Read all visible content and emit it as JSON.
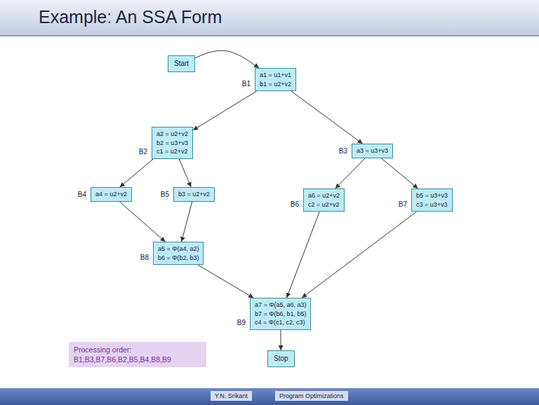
{
  "diagram": {
    "title": "Example: An SSA Form",
    "nodes": [
      {
        "text": [
          "Start"
        ]
      },
      {
        "text": [
          "B1",
          "a1 = u1+v1",
          "b1 = u2+v2"
        ]
      },
      {
        "text": [
          "B2",
          "a2 = u2+v2",
          "b2 = u3+v3",
          "c1 = u2+v2"
        ]
      },
      {
        "text": [
          "B3",
          "a3 = u3+v3"
        ]
      },
      {
        "text": [
          "B4",
          "a4 = u2+v2"
        ]
      },
      {
        "text": [
          "B5",
          "b3 = u2+v2"
        ]
      },
      {
        "text": [
          "B6",
          "a6 = u2+v2",
          "c2 = u2+v2"
        ]
      },
      {
        "text": [
          "B7",
          "b5 = u3+v3",
          "c3 = u3+v3"
        ]
      },
      {
        "text": [
          "B8",
          "a5 = Φ(a4, a2)",
          "b6 = Φ(b2, b3)"
        ]
      },
      {
        "text": [
          "B9",
          "a7 = Φ(a5, a6, a3)",
          "b7 = Φ(b6, b1, b5)",
          "c4 = Φ(c1, c2, c3)"
        ]
      },
      {
        "text": [
          "Stop"
        ]
      },
      {
        "text": [
          "Processing order: B1,B3,B7,B6,B2,B5,B4,B8,B9"
        ]
      }
    ],
    "edges": [
      {
        "from": 0,
        "to": 1,
        "arrow": "to"
      },
      {
        "from": 1,
        "to": 2,
        "arrow": "to"
      },
      {
        "from": 1,
        "to": 3,
        "arrow": "to"
      },
      {
        "from": 2,
        "to": 4,
        "arrow": "to"
      },
      {
        "from": 2,
        "to": 5,
        "arrow": "to"
      },
      {
        "from": 3,
        "to": 6,
        "arrow": "to"
      },
      {
        "from": 3,
        "to": 7,
        "arrow": "to"
      },
      {
        "from": 4,
        "to": 8,
        "arrow": "to"
      },
      {
        "from": 5,
        "to": 8,
        "arrow": "to"
      },
      {
        "from": 6,
        "to": 9,
        "arrow": "to"
      },
      {
        "from": 7,
        "to": 9,
        "arrow": "to"
      },
      {
        "from": 8,
        "to": 9,
        "arrow": "to"
      },
      {
        "from": 9,
        "to": 10,
        "arrow": "to"
      }
    ],
    "labels": [
      "Y.N. Srikant",
      "Program Optimizations"
    ]
  }
}
